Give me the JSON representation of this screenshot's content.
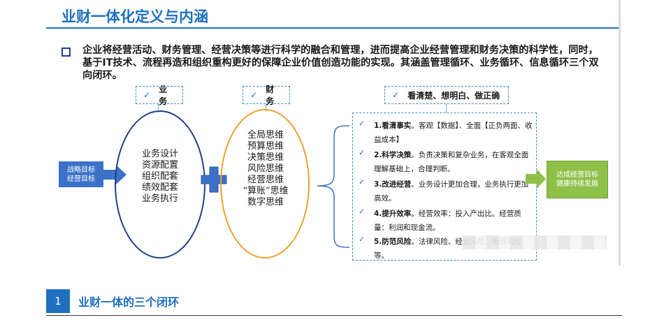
{
  "title": "业财一体化定义与内涵",
  "intro": "企业将经营活动、财务管理、经营决策等进行科学的融合和管理，进而提高企业经营管理和财务决策的科学性，同时，基于IT技术、流程再造和组织重构更好的保障企业价值创造功能的实现。其涵盖管理循环、业务循环、信息循环三个双向闭环。",
  "tags": {
    "business": "业务",
    "finance": "财务",
    "goal": "看清楚、想明白、做正确",
    "check": "✓"
  },
  "input_box": "战略目标\n经营目标",
  "business_items": [
    "业务设计",
    "资源配置",
    "组织配套",
    "绩效配套",
    "业务执行"
  ],
  "finance_items": [
    "全局思维",
    "预算思维",
    "决策思维",
    "风险思维",
    "经营思维",
    "“算账”思维",
    "数字思维"
  ],
  "effects": [
    {
      "num": "1.看清事实",
      "text": "。客观【数据】、全面【正负两面、收益成本】"
    },
    {
      "num": "2.科学决策",
      "text": "。负责决策和复杂业务，在客观全面理解基础上，合理判断。"
    },
    {
      "num": "3.改进经营",
      "text": "。业务设计更加合理，业务执行更加高效。"
    },
    {
      "num": "4.提升效率",
      "text": "。经营效率：投入产出比。经营质量：利润和现金流。"
    },
    {
      "num": "5.防范风险",
      "text": "。法律风险、经营风险、管理风险等。"
    }
  ],
  "output_box": "达成经营目标\n健康持续发展",
  "section": {
    "number": "1",
    "title": "业财一体的三个闭环"
  },
  "colors": {
    "accent": "#1f6fbf",
    "ellipse_business": "#1f3f8f",
    "ellipse_finance": "#f0a030",
    "plus": "#3b72c8",
    "output": "#8fc04a"
  }
}
